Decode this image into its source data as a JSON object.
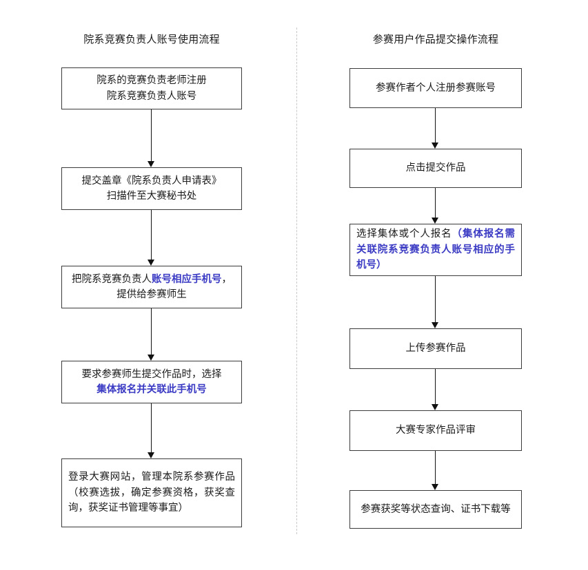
{
  "page": {
    "background_color": "#ffffff",
    "text_color": "#1a1a1a",
    "highlight_color": "#3b3bc4",
    "box_border_color": "#3a3a3a",
    "divider_color": "#c9c9c9"
  },
  "left_column": {
    "title": "院系竞赛负责人账号使用流程",
    "nodes": [
      {
        "id": "left-node-1",
        "lines": [
          {
            "text": "院系的竞赛负责老师注册",
            "highlight": false
          },
          {
            "text": "院系竞赛负责人账号",
            "highlight": false
          }
        ]
      },
      {
        "id": "left-node-2",
        "lines": [
          {
            "text": "提交盖章《院系负责人申请表》",
            "highlight": false
          },
          {
            "text": "扫描件至大赛秘书处",
            "highlight": false
          }
        ]
      },
      {
        "id": "left-node-3",
        "lines": [
          {
            "text": "把院系竞赛负责人",
            "highlight": false
          },
          {
            "text": "账号相应手机号",
            "highlight": true
          },
          {
            "text": "，",
            "highlight": false
          },
          {
            "text": "提供给参赛师生",
            "highlight": false
          }
        ]
      },
      {
        "id": "left-node-4",
        "lines": [
          {
            "text": "要求参赛师生提交作品时，选择",
            "highlight": false
          },
          {
            "text": "集体报名并关联此手机号",
            "highlight": true
          }
        ]
      },
      {
        "id": "left-node-5",
        "lines": [
          {
            "text": "登录大赛网站，管理本院系参赛作品（校赛选拔，确定参赛资格，获奖查询，获奖证书管理等事宜）",
            "highlight": false
          }
        ]
      }
    ]
  },
  "right_column": {
    "title": "参赛用户作品提交操作流程",
    "nodes": [
      {
        "id": "right-node-1",
        "lines": [
          {
            "text": "参赛作者个人注册参赛账号",
            "highlight": false
          }
        ]
      },
      {
        "id": "right-node-2",
        "lines": [
          {
            "text": "点击提交作品",
            "highlight": false
          }
        ]
      },
      {
        "id": "right-node-3",
        "lines": [
          {
            "text": "选择集体或个人报名",
            "highlight": false
          },
          {
            "text": "（集体报名需关联院系竞赛负责人账号相应的手机号）",
            "highlight": true
          }
        ]
      },
      {
        "id": "right-node-4",
        "lines": [
          {
            "text": "上传参赛作品",
            "highlight": false
          }
        ]
      },
      {
        "id": "right-node-5",
        "lines": [
          {
            "text": "大赛专家作品评审",
            "highlight": false
          }
        ]
      },
      {
        "id": "right-node-6",
        "lines": [
          {
            "text": "参赛获奖等状态查询、证书下载等",
            "highlight": false
          }
        ]
      }
    ]
  },
  "connectors": {
    "left_arrow_count": 4,
    "right_arrow_count": 5,
    "glyph": "down-arrow"
  }
}
